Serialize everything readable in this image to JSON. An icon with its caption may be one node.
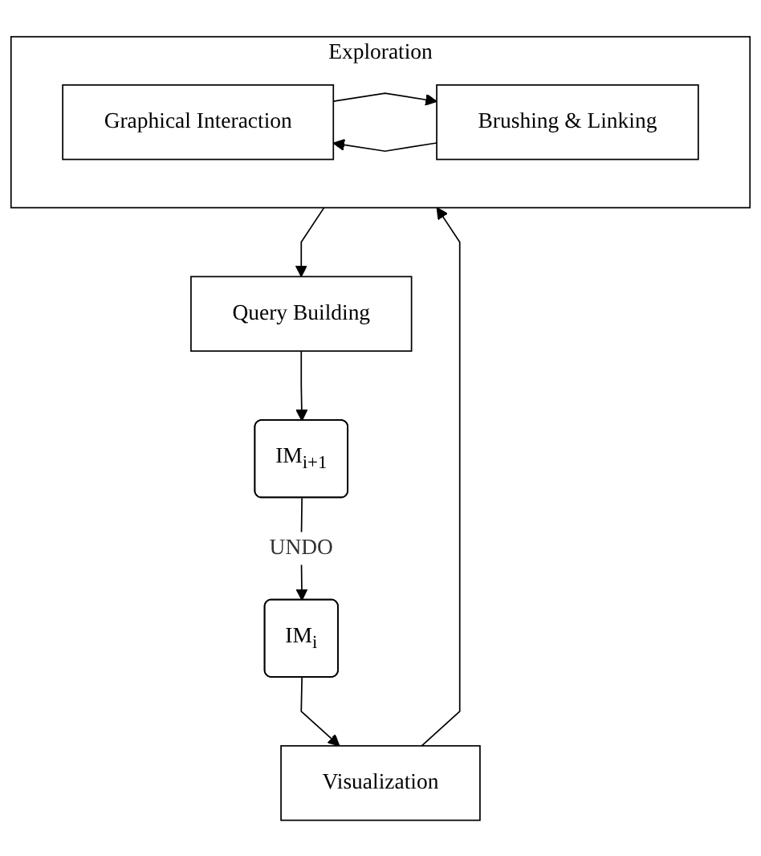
{
  "diagram": {
    "nodes": [
      {
        "text": [
          "IM$_{i}$"
        ]
      },
      {
        "text": [
          "Visualization"
        ]
      },
      {
        "text": [
          "Exploration"
        ]
      },
      {
        "text": [
          "Graphical Interaction"
        ],
        "in": 2
      },
      {
        "text": [
          "Brushing & Linking"
        ],
        "in": 2
      },
      {
        "text": [
          "Query Building"
        ]
      },
      {
        "text": [
          "IM$_{i+1}$"
        ]
      }
    ],
    "edges": [
      {
        "from": 0,
        "to": 1,
        "arrow": "to"
      },
      {
        "from": 1,
        "to": 2,
        "arrow": "to"
      },
      {
        "from": 3,
        "to": 4,
        "arrow": "to"
      },
      {
        "from": 4,
        "to": 3,
        "arrow": "to"
      },
      {
        "from": 2,
        "to": 5,
        "arrow": "to"
      },
      {
        "from": 5,
        "to": 6,
        "arrow": "to"
      },
      {
        "from": 6,
        "to": 0,
        "arrow": "to",
        "label": "UNDO"
      }
    ]
  }
}
